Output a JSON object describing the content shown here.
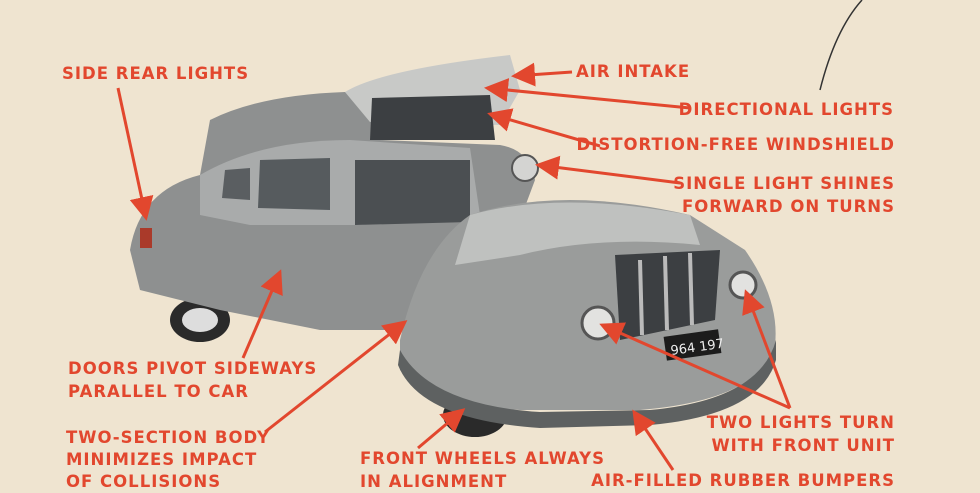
{
  "colors": {
    "background": "#efe4d0",
    "label": "#e2472e",
    "car": "#8a8c8c"
  },
  "car": {
    "plate": "964 197"
  },
  "labels": {
    "side_rear_lights": [
      "SIDE REAR LIGHTS"
    ],
    "air_intake": [
      "AIR INTAKE"
    ],
    "directional_lights": [
      "DIRECTIONAL LIGHTS"
    ],
    "windshield": [
      "DISTORTION-FREE WINDSHIELD"
    ],
    "single_light": [
      "SINGLE LIGHT SHINES",
      "FORWARD ON TURNS"
    ],
    "doors": [
      "DOORS PIVOT SIDEWAYS",
      "PARALLEL TO CAR"
    ],
    "two_section": [
      "TWO-SECTION BODY",
      "MINIMIZES IMPACT",
      "OF COLLISIONS"
    ],
    "front_wheels": [
      "FRONT WHEELS ALWAYS",
      "IN ALIGNMENT"
    ],
    "two_lights": [
      "TWO LIGHTS TURN",
      "WITH FRONT UNIT"
    ],
    "bumpers": [
      "AIR-FILLED RUBBER BUMPERS"
    ]
  }
}
